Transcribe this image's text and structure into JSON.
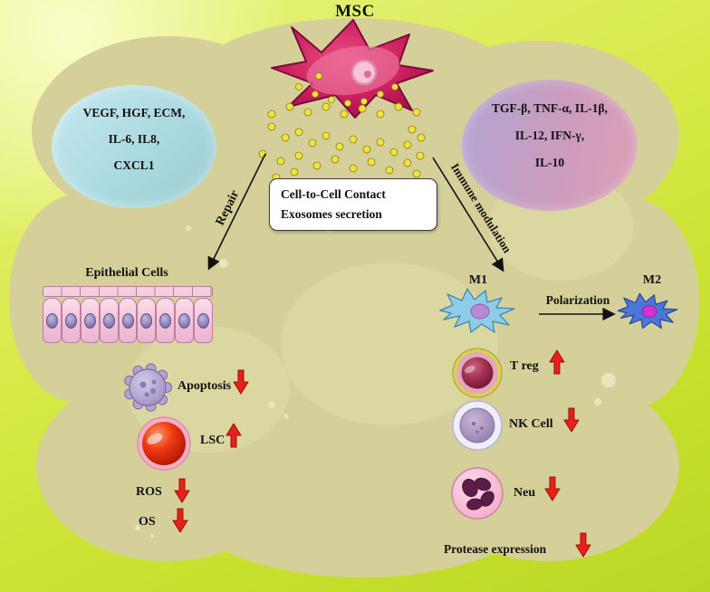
{
  "title": "MSC",
  "secreted_left": {
    "lines": [
      "VEGF, HGF, ECM,",
      "IL-6, IL8,",
      "CXCL1"
    ]
  },
  "secreted_right": {
    "lines": [
      "TGF-β, TNF-α, IL-1β,",
      "IL-12, IFN-γ,",
      "IL-10"
    ]
  },
  "center_box": {
    "line1": "Cell-to-Cell Contact",
    "line2": "Exosomes secretion"
  },
  "arrows": {
    "repair": "Repair",
    "immune": "Immune modulation",
    "polarization": "Polarization"
  },
  "left_panel": {
    "epithelial": "Epithelial Cells",
    "apoptosis": "Apoptosis",
    "lsc": "LSC",
    "ros": "ROS",
    "os": "OS"
  },
  "right_panel": {
    "m1": "M1",
    "m2": "M2",
    "treg": "T reg",
    "nk": "NK Cell",
    "neu": "Neu",
    "protease": "Protease expression"
  },
  "icons": {
    "increase": "red-up-arrow",
    "decrease": "red-down-arrow"
  },
  "colors": {
    "arrow_red": "#e8201a",
    "background_green": "#c7e02c",
    "blob_olive": "#d5d09a"
  }
}
